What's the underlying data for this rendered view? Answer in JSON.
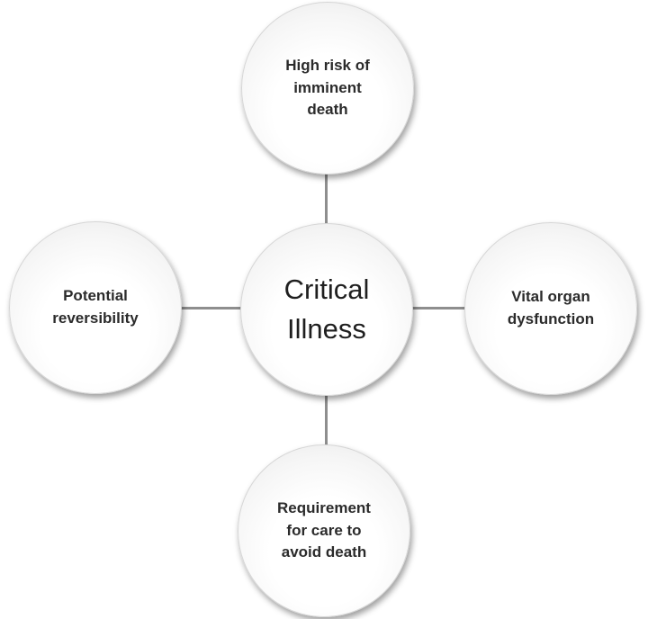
{
  "diagram": {
    "type": "radial-hub",
    "center": {
      "label": "Critical\nIllness"
    },
    "nodes": [
      {
        "id": "top",
        "label": "High risk of\nimminent\ndeath"
      },
      {
        "id": "left",
        "label": "Potential\nreversibility"
      },
      {
        "id": "right",
        "label": "Vital organ\ndysfunction"
      },
      {
        "id": "bottom",
        "label": "Requirement\nfor care to\navoid death"
      }
    ],
    "colors": {
      "background": "#ffffff",
      "circle_fill": "#ffffff",
      "circle_rim": "#e9e9e9",
      "circle_border": "#d6d6d6",
      "connector": "#8e8e8e",
      "text": "#2b2b2b"
    }
  }
}
